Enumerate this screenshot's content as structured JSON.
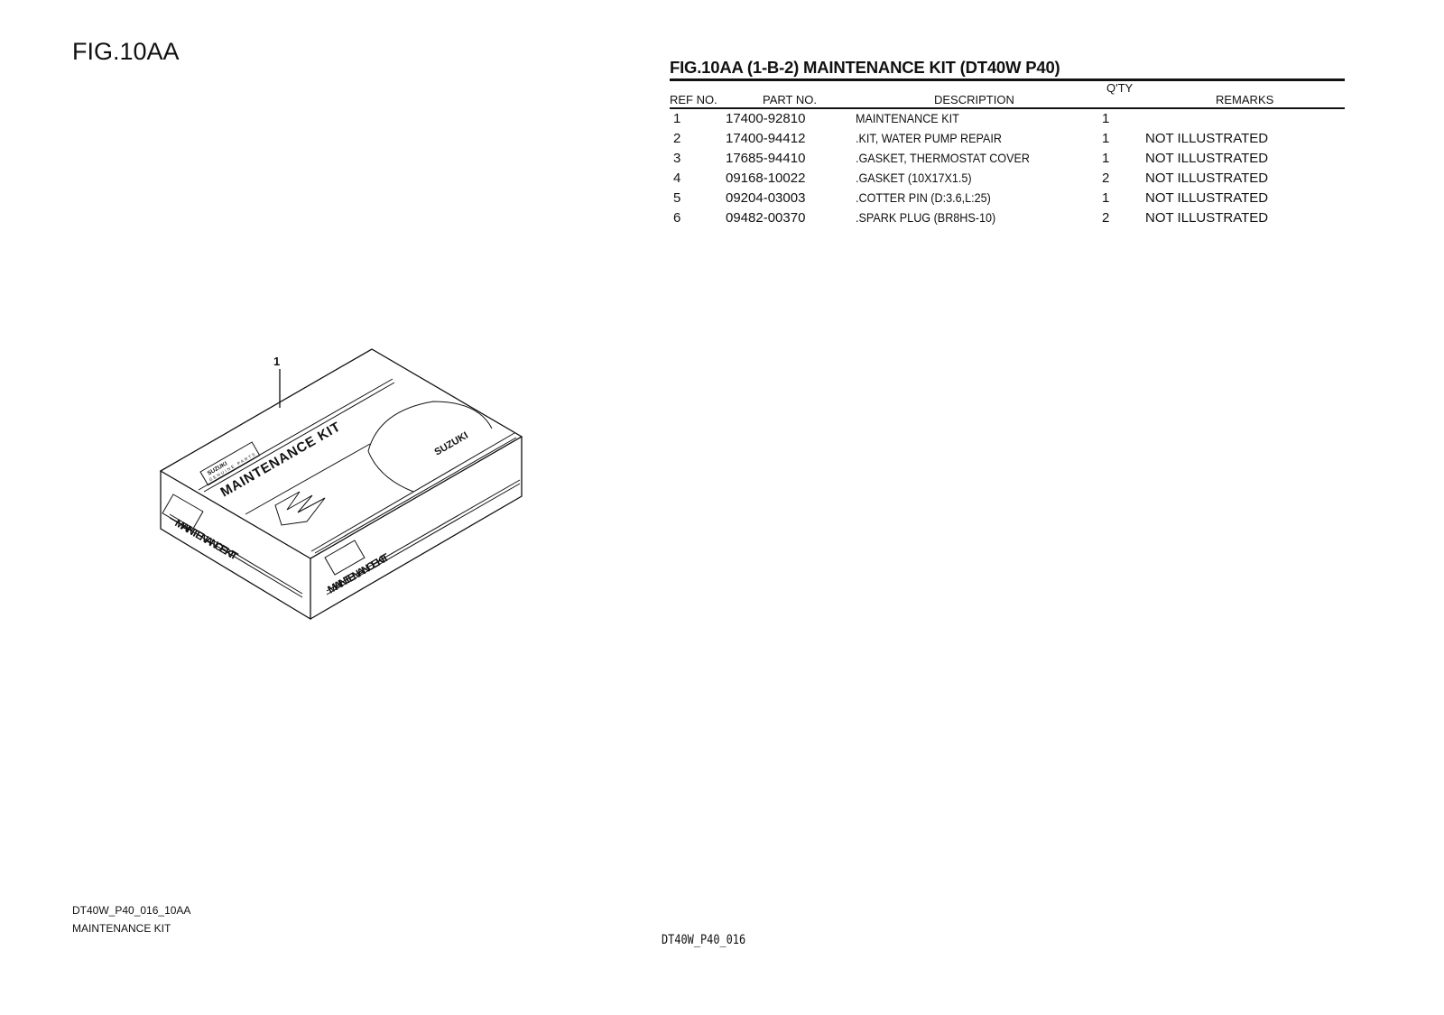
{
  "figure_label": "FIG.10AA",
  "table": {
    "title": "FIG.10AA (1-B-2) MAINTENANCE KIT (DT40W P40)",
    "headers": {
      "ref": "REF NO.",
      "part": "PART NO.",
      "desc": "DESCRIPTION",
      "qty": "Q'TY",
      "remarks": "REMARKS"
    },
    "rows": [
      {
        "ref": "1",
        "part": "17400-92810",
        "desc": "MAINTENANCE KIT",
        "qty": "1",
        "remarks": ""
      },
      {
        "ref": "2",
        "part": "17400-94412",
        "desc": ".KIT, WATER PUMP REPAIR",
        "qty": "1",
        "remarks": "NOT ILLUSTRATED"
      },
      {
        "ref": "3",
        "part": "17685-94410",
        "desc": ".GASKET, THERMOSTAT COVER",
        "qty": "1",
        "remarks": "NOT ILLUSTRATED"
      },
      {
        "ref": "4",
        "part": "09168-10022",
        "desc": ".GASKET (10X17X1.5)",
        "qty": "2",
        "remarks": "NOT ILLUSTRATED"
      },
      {
        "ref": "5",
        "part": "09204-03003",
        "desc": ".COTTER PIN (D:3.6,L:25)",
        "qty": "1",
        "remarks": "NOT ILLUSTRATED"
      },
      {
        "ref": "6",
        "part": "09482-00370",
        "desc": ".SPARK PLUG (BR8HS-10)",
        "qty": "2",
        "remarks": "NOT ILLUSTRATED"
      }
    ]
  },
  "illustration": {
    "callout": "1",
    "box_text": "MAINTENANCE KIT",
    "brand_text": "SUZUKI",
    "brand_sub": "GENUINE PARTS"
  },
  "footer": {
    "code": "DT40W_P40_016_10AA",
    "name": "MAINTENANCE KIT",
    "page_code": "DT40W_P40_016"
  }
}
